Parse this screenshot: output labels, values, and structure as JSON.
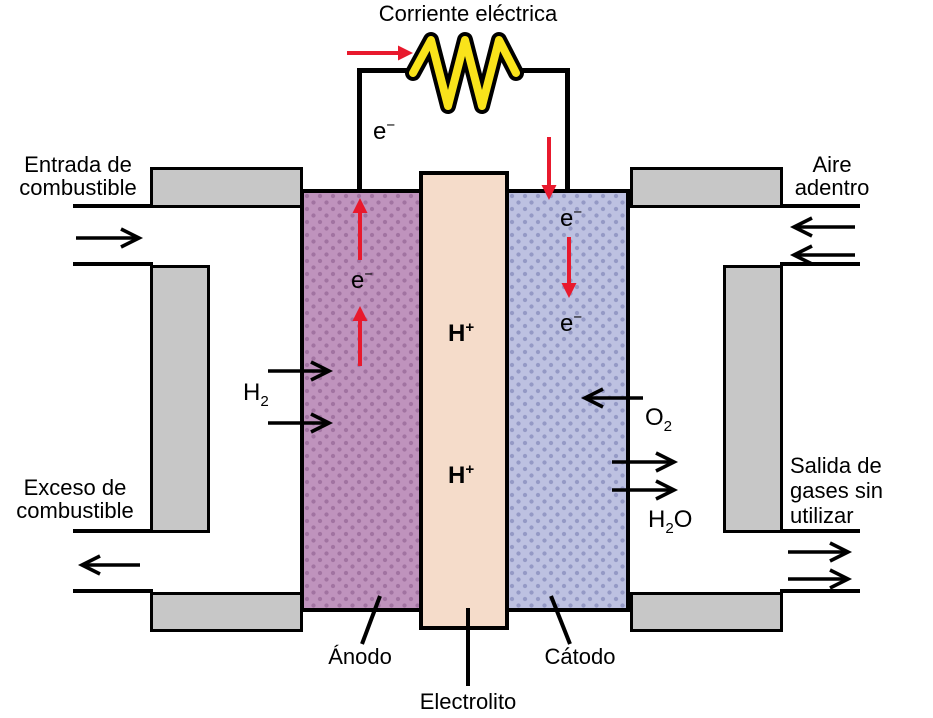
{
  "title": "Corriente eléctrica",
  "labels": {
    "fuel_in_line1": "Entrada de",
    "fuel_in_line2": "combustible",
    "air_in_line1": "Aire",
    "air_in_line2": "adentro",
    "fuel_out_line1": "Exceso de",
    "fuel_out_line2": "combustible",
    "gas_out_line1": "Salida de",
    "gas_out_line2": "gases sin",
    "gas_out_line3": "utilizar",
    "anode": "Ánodo",
    "electrolyte": "Electrolito",
    "cathode": "Cátodo"
  },
  "species": {
    "electron_base": "e",
    "electron_sup": "−",
    "proton_base": "H",
    "proton_sup": "+",
    "hydrogen_base": "H",
    "hydrogen_sub": "2",
    "oxygen_base": "O",
    "oxygen_sub": "2",
    "water_head": "H",
    "water_sub": "2",
    "water_tail": "O"
  },
  "colors": {
    "outline_black": "#000000",
    "channel_gray": "#c7c7c7",
    "anode_fill": "#bf93bd",
    "anode_dot": "#a173a1",
    "cathode_fill": "#bdc1e1",
    "cathode_dot": "#9499c5",
    "electrolyte_fill": "#f5dcca",
    "arrow_red": "#e8192d",
    "resistor_yellow": "#f9e31b"
  }
}
